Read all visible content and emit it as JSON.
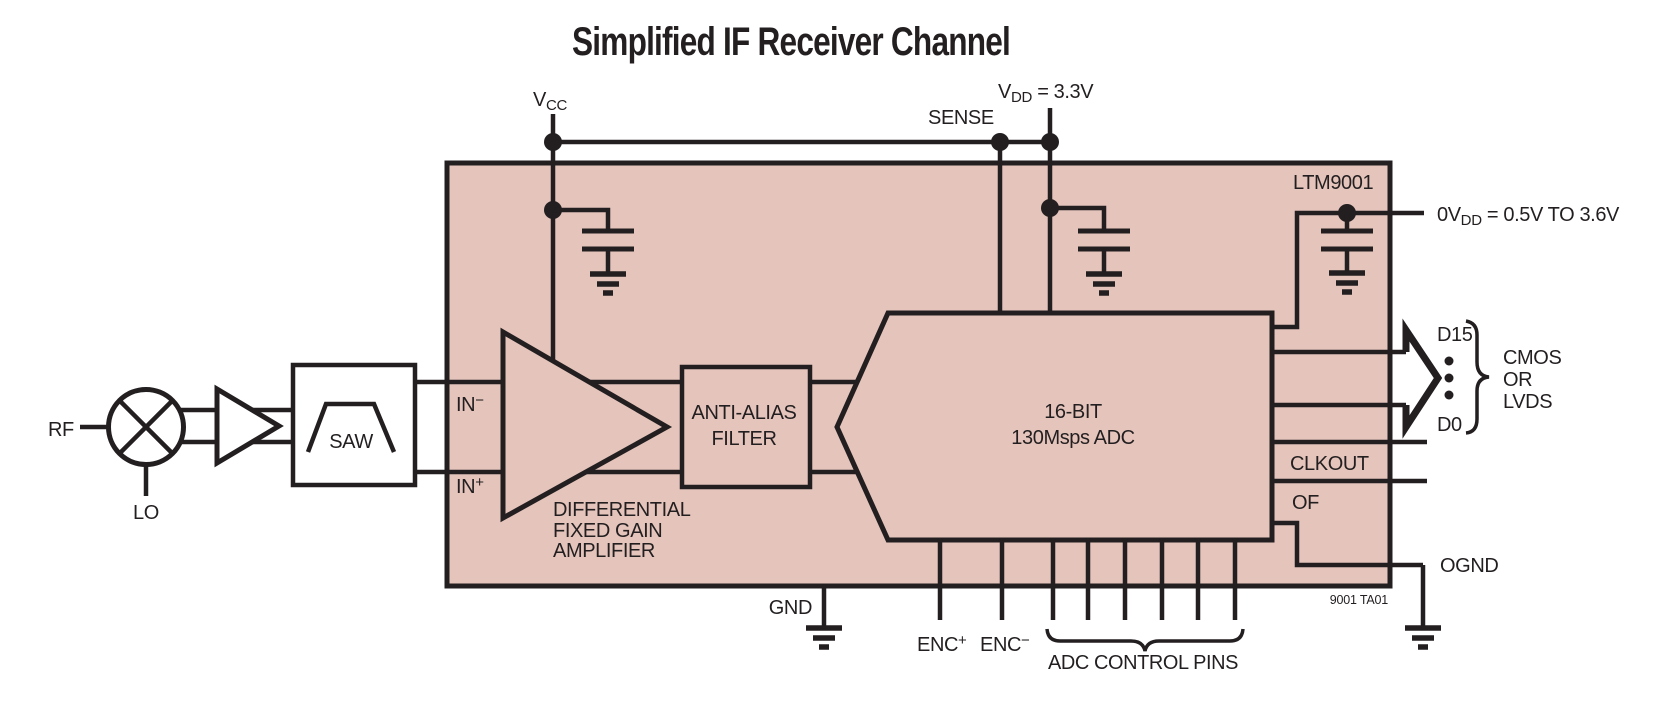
{
  "title": "Simplified IF Receiver Channel",
  "colors": {
    "block_fill": "#e5c4bb",
    "line_color": "#231f20",
    "background": "#ffffff"
  },
  "chip": {
    "part_number": "LTM9001",
    "figure_ref": "9001 TA01"
  },
  "front_end": {
    "rf": "RF",
    "lo": "LO",
    "saw": "SAW"
  },
  "pins": {
    "vcc": {
      "base": "V",
      "sub": "CC"
    },
    "sense": "SENSE",
    "vdd": {
      "base": "V",
      "sub": "DD",
      "suffix": " = 3.3V"
    },
    "ovdd": {
      "base": "0V",
      "sub": "DD",
      "suffix": " = 0.5V TO 3.6V"
    },
    "in_minus": {
      "base": "IN",
      "sup": "−"
    },
    "in_plus": {
      "base": "IN",
      "sup": "+"
    },
    "gnd": "GND",
    "ognd": "OGND",
    "d15": "D15",
    "d0": "D0",
    "clkout": "CLKOUT",
    "of": "OF",
    "enc_plus": {
      "base": "ENC",
      "sup": "+"
    },
    "enc_minus": {
      "base": "ENC",
      "sup": "−"
    }
  },
  "blocks": {
    "amplifier": [
      "DIFFERENTIAL",
      "FIXED GAIN",
      "AMPLIFIER"
    ],
    "filter": [
      "ANTI-ALIAS",
      "FILTER"
    ],
    "adc": [
      "16-BIT",
      "130Msps ADC"
    ]
  },
  "annotations": {
    "output_modes": [
      "CMOS",
      "OR",
      "LVDS"
    ],
    "control_pins": "ADC CONTROL PINS"
  }
}
